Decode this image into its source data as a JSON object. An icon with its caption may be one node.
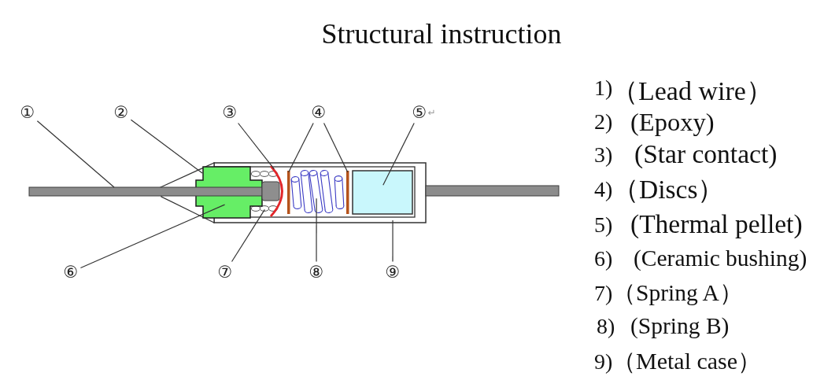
{
  "diagram": {
    "title": "Structural instruction",
    "nodes": [
      {
        "text": [
          "①"
        ]
      },
      {
        "text": [
          "②"
        ]
      },
      {
        "text": [
          "③"
        ]
      },
      {
        "text": [
          "④"
        ]
      },
      {
        "text": [
          "⑤"
        ],
        "beside": [
          "↵"
        ]
      },
      {
        "text": [
          "⑥"
        ]
      },
      {
        "text": [
          "⑦"
        ]
      },
      {
        "text": [
          "⑧"
        ]
      },
      {
        "text": [
          "⑨"
        ]
      },
      {
        "text": [],
        "shape": "bar"
      },
      {
        "text": [],
        "shape": "trapezoid"
      },
      {
        "text": [],
        "shape": "cross"
      },
      {
        "text": [],
        "shape": "box"
      },
      {
        "text": [],
        "shape": "spring",
        "in": 12
      },
      {
        "text": [],
        "shape": "arc",
        "in": 12
      },
      {
        "text": [],
        "shape": "bar",
        "in": 12
      },
      {
        "text": [],
        "shape": "spring",
        "in": 12
      },
      {
        "text": [],
        "shape": "bar",
        "in": 12
      },
      {
        "text": [],
        "shape": "box",
        "in": 12
      }
    ],
    "edges": [
      {
        "from": 0,
        "to": 9,
        "arrow": "none"
      },
      {
        "from": 1,
        "to": 10,
        "arrow": "none"
      },
      {
        "from": 2,
        "to": 14,
        "arrow": "none"
      },
      {
        "from": 3,
        "to": 15,
        "arrow": "none"
      },
      {
        "from": 3,
        "to": 17,
        "arrow": "none"
      },
      {
        "from": 4,
        "to": 18,
        "arrow": "none"
      },
      {
        "from": 5,
        "to": 11,
        "arrow": "none"
      },
      {
        "from": 6,
        "to": 13,
        "arrow": "none"
      },
      {
        "from": 7,
        "to": 16,
        "arrow": "none"
      },
      {
        "from": 8,
        "to": 12,
        "arrow": "none"
      }
    ],
    "labels": [
      "1)",
      "（Lead wire）",
      "2)",
      "(Epoxy)",
      "3)",
      "(Star contact)",
      "4)",
      "（Discs）",
      "5)",
      "(Thermal pellet)",
      "6)",
      "(Ceramic bushing)",
      "7)",
      "（Spring A）",
      "8)",
      "(Spring B)",
      "9)",
      "（Metal case）"
    ]
  }
}
